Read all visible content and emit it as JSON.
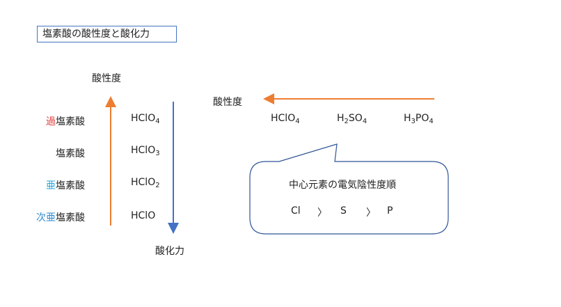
{
  "title": "塩素酸の酸性度と酸化力",
  "left_axis": {
    "top_label": "酸性度",
    "bottom_label": "酸化力",
    "acidity_arrow_color": "#ed7d31",
    "oxidizing_arrow_color": "#4472c4"
  },
  "acids": [
    {
      "prefix": "過",
      "prefix_color": "#e03b3b",
      "name": "塩素酸",
      "formula_main": "HClO",
      "formula_sub": "4"
    },
    {
      "prefix": "",
      "prefix_color": "#222222",
      "name": "塩素酸",
      "formula_main": "HClO",
      "formula_sub": "3"
    },
    {
      "prefix": "亜",
      "prefix_color": "#2ba6d9",
      "name": "塩素酸",
      "formula_main": "HClO",
      "formula_sub": "2"
    },
    {
      "prefix": "次亜",
      "prefix_color": "#2e8bd0",
      "name": "塩素酸",
      "formula_main": "HClO",
      "formula_sub": ""
    }
  ],
  "right_panel": {
    "acidity_label": "酸性度",
    "arrow_color": "#ed7d31",
    "oxoacids": [
      {
        "parts": [
          {
            "t": "HClO",
            "sub": false
          },
          {
            "t": "4",
            "sub": true
          }
        ]
      },
      {
        "parts": [
          {
            "t": "H",
            "sub": false
          },
          {
            "t": "2",
            "sub": true
          },
          {
            "t": "SO",
            "sub": false
          },
          {
            "t": "4",
            "sub": true
          }
        ]
      },
      {
        "parts": [
          {
            "t": "H",
            "sub": false
          },
          {
            "t": "3",
            "sub": true
          },
          {
            "t": "PO",
            "sub": false
          },
          {
            "t": "4",
            "sub": true
          }
        ]
      }
    ],
    "callout": {
      "heading": "中心元素の電気陰性度順",
      "elements": [
        "Cl",
        "S",
        "P"
      ],
      "separator": "〉"
    }
  }
}
